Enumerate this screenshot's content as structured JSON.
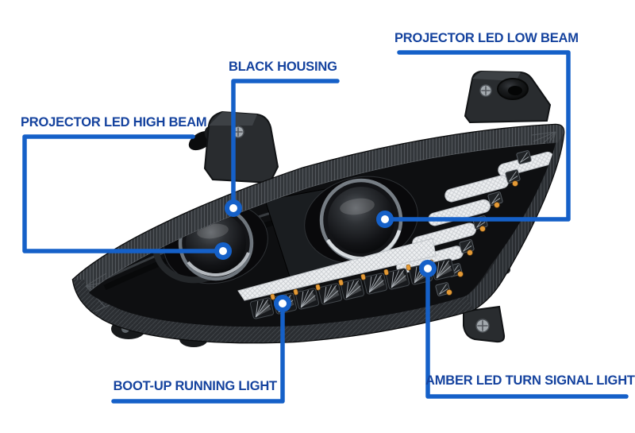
{
  "figure": {
    "type": "annotated-product-diagram",
    "subject": "black-led-truck-headlight-assembly"
  },
  "callouts": {
    "low_beam": {
      "label": "PROJECTOR LED LOW BEAM"
    },
    "black_housing": {
      "label": "BLACK HOUSING"
    },
    "high_beam": {
      "label": "PROJECTOR LED HIGH BEAM"
    },
    "boot_up": {
      "label": "BOOT-UP RUNNING LIGHT"
    },
    "amber_turn": {
      "label": "AMBER LED TURN SIGNAL LIGHT"
    }
  },
  "colors": {
    "callout_line": "#1560c8",
    "label_text": "#14429e",
    "background": "#ffffff",
    "housing_black": "#1b1d1f",
    "reflector_white": "#edeff1",
    "amber": "#e49a36"
  }
}
